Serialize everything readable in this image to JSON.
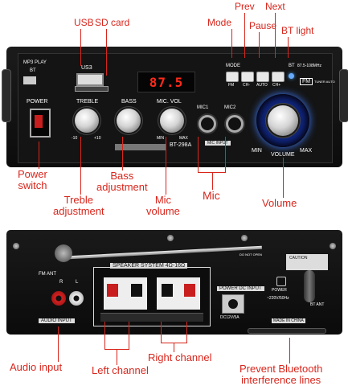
{
  "callouts_top": {
    "usb": "USB",
    "sd_card": "SD card",
    "mode": "Mode",
    "prev": "Prev",
    "next": "Next",
    "pause": "Pause",
    "bt_light": "BT light"
  },
  "callouts_mid": {
    "power_switch": "Power\nswitch",
    "treble": "Treble\nadjustment",
    "bass": "Bass\nadjustment",
    "mic_volume": "Mic\nvolume",
    "mic": "Mic",
    "volume": "Volume"
  },
  "callouts_bottom": {
    "audio_input": "Audio input",
    "left_channel": "Left channel",
    "right_channel": "Right channel",
    "prevent_bt": "Prevent Bluetooth\ninterference lines"
  },
  "front_panel": {
    "mp3_play": "MP3 PLAY",
    "bt": "BT",
    "us3": "US3",
    "display": "87.5",
    "power": "POWER",
    "treble": "TREBLE",
    "bass": "BASS",
    "mic_vol": "MIC. VOL",
    "mic1": "MIC1",
    "mic2": "MIC2",
    "mic_input": "MIC INPUT",
    "model": "BT-298A",
    "mode_btn": "MODE",
    "fm": "FM",
    "ch_minus": "CH-",
    "auto": "AUTO",
    "ch_plus": "CH+",
    "bt_btn": "BT",
    "freq_range": "87.5-108MHz",
    "fm_badge": "FM",
    "tuner_auto": "TUNER AUTO",
    "volume": "VOLUME",
    "min": "MIN",
    "max": "MAX",
    "t_minus": "-10",
    "t_plus": "+10",
    "mv_min": "MIN",
    "mv_max": "MAX"
  },
  "rear_panel": {
    "fm_ant": "FM ANT",
    "r": "R",
    "l": "L",
    "audio_input": "AUDIO INPUT",
    "speaker_system": "SPEAKER SYSTEM 4Ω-16Ω",
    "power_dc_input": "POWER DC INPUT",
    "dc_rating": "DC12V/5A",
    "power": "POWER",
    "ac_rating": "~220V/50Hz",
    "made_in_china": "MADE IN CHINA",
    "caution": "CAUTION",
    "bt_ant": "BT ANT",
    "do_not_open": "DO NOT OPEN"
  },
  "colors": {
    "accent_red": "#d8261c",
    "panel_black": "#141414",
    "display_red": "#ff2a1a",
    "volume_glow": "#3f7dff"
  }
}
